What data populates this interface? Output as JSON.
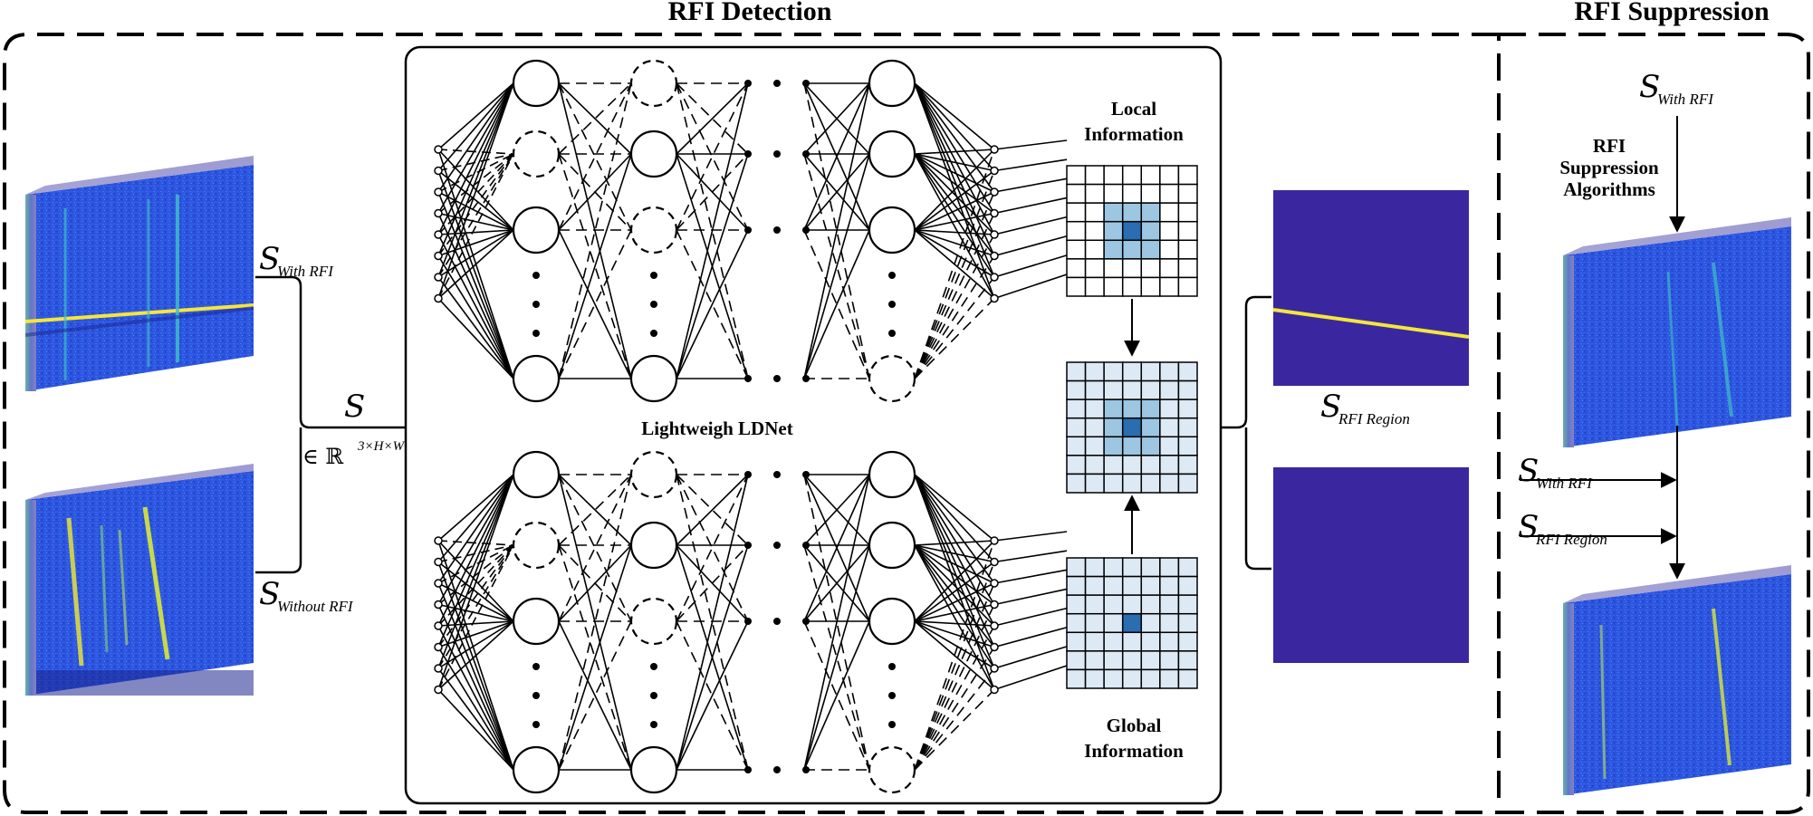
{
  "titles": {
    "detection": "RFI Detection",
    "suppression": "RFI Suppression"
  },
  "network": {
    "name": "Lightweigh LDNet",
    "local_info_line1": "Local",
    "local_info_line2": "Information",
    "global_info_line1": "Global",
    "global_info_line2": "Information"
  },
  "inputs": {
    "with_rfi": {
      "symbol": "S",
      "subscript": "With RFI"
    },
    "without_rfi": {
      "symbol": "S",
      "subscript": "Without RFI"
    },
    "combined": {
      "symbol": "S",
      "domain": "∈ ℝ",
      "dims": "3×H×W"
    }
  },
  "outputs": {
    "rfi_region": {
      "symbol": "S",
      "subscript": "RFI Region"
    }
  },
  "suppression": {
    "input": {
      "symbol": "S",
      "subscript": "With RFI"
    },
    "algo_line1": "RFI",
    "algo_line2": "Suppression",
    "algo_line3": "Algorithms",
    "arrow1": {
      "symbol": "S",
      "subscript": "With RFI"
    },
    "arrow2": {
      "symbol": "S",
      "subscript": "RFI Region"
    }
  },
  "colors": {
    "spectro_base": "#2b3fd6",
    "spectro_dark": "#2a2f9a",
    "mask_bg": "#3a27a0",
    "rfi_line": "#f5e63a",
    "grid_light": "#dde9f5",
    "grid_mid": "#9cc6e2",
    "grid_dark": "#2a6db0"
  }
}
